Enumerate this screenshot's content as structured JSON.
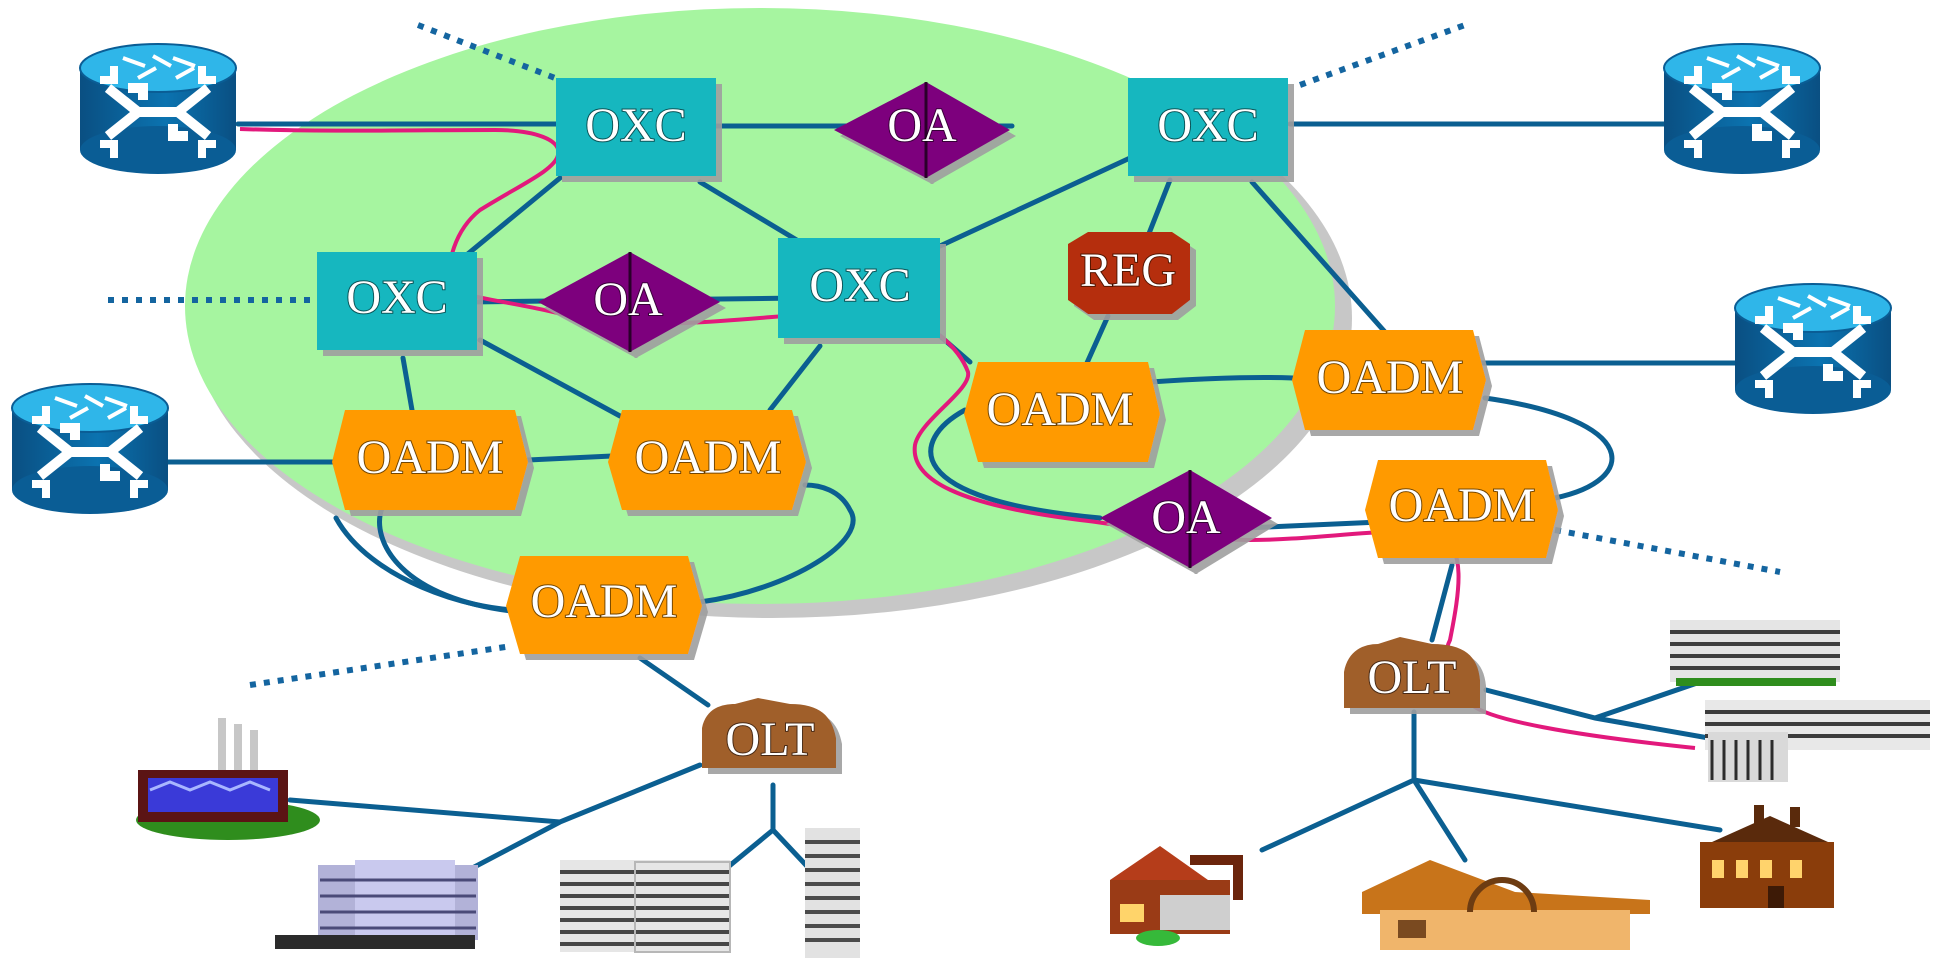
{
  "nodes": {
    "oxc_top_left": "OXC",
    "oxc_top_right": "OXC",
    "oxc_mid_left": "OXC",
    "oxc_center": "OXC",
    "oa_top": "OA",
    "oa_left": "OA",
    "oa_right": "OA",
    "reg": "REG",
    "oadm_left_1": "OADM",
    "oadm_left_2": "OADM",
    "oadm_left_3": "OADM",
    "oadm_right_1": "OADM",
    "oadm_right_2": "OADM",
    "oadm_right_3": "OADM",
    "olt_left": "OLT",
    "olt_right": "OLT"
  },
  "icons": {
    "routers": [
      "router-icon",
      "router-icon",
      "router-icon",
      "router-icon"
    ],
    "buildings": [
      "factory-icon",
      "office-building-icon",
      "office-building-icon",
      "tower-building-icon",
      "office-building-icon",
      "office-building-icon",
      "house-icon",
      "house-icon",
      "house-icon"
    ]
  },
  "colors": {
    "network_area": "#a6f5a0",
    "oxc": "#12b7bf",
    "oa": "#7d007d",
    "reg": "#b52f0b",
    "oadm": "#ff9a00",
    "olt": "#a05f2c",
    "link": "#0b5f91",
    "lightpath": "#e2197c",
    "router": "#0b75b1"
  }
}
